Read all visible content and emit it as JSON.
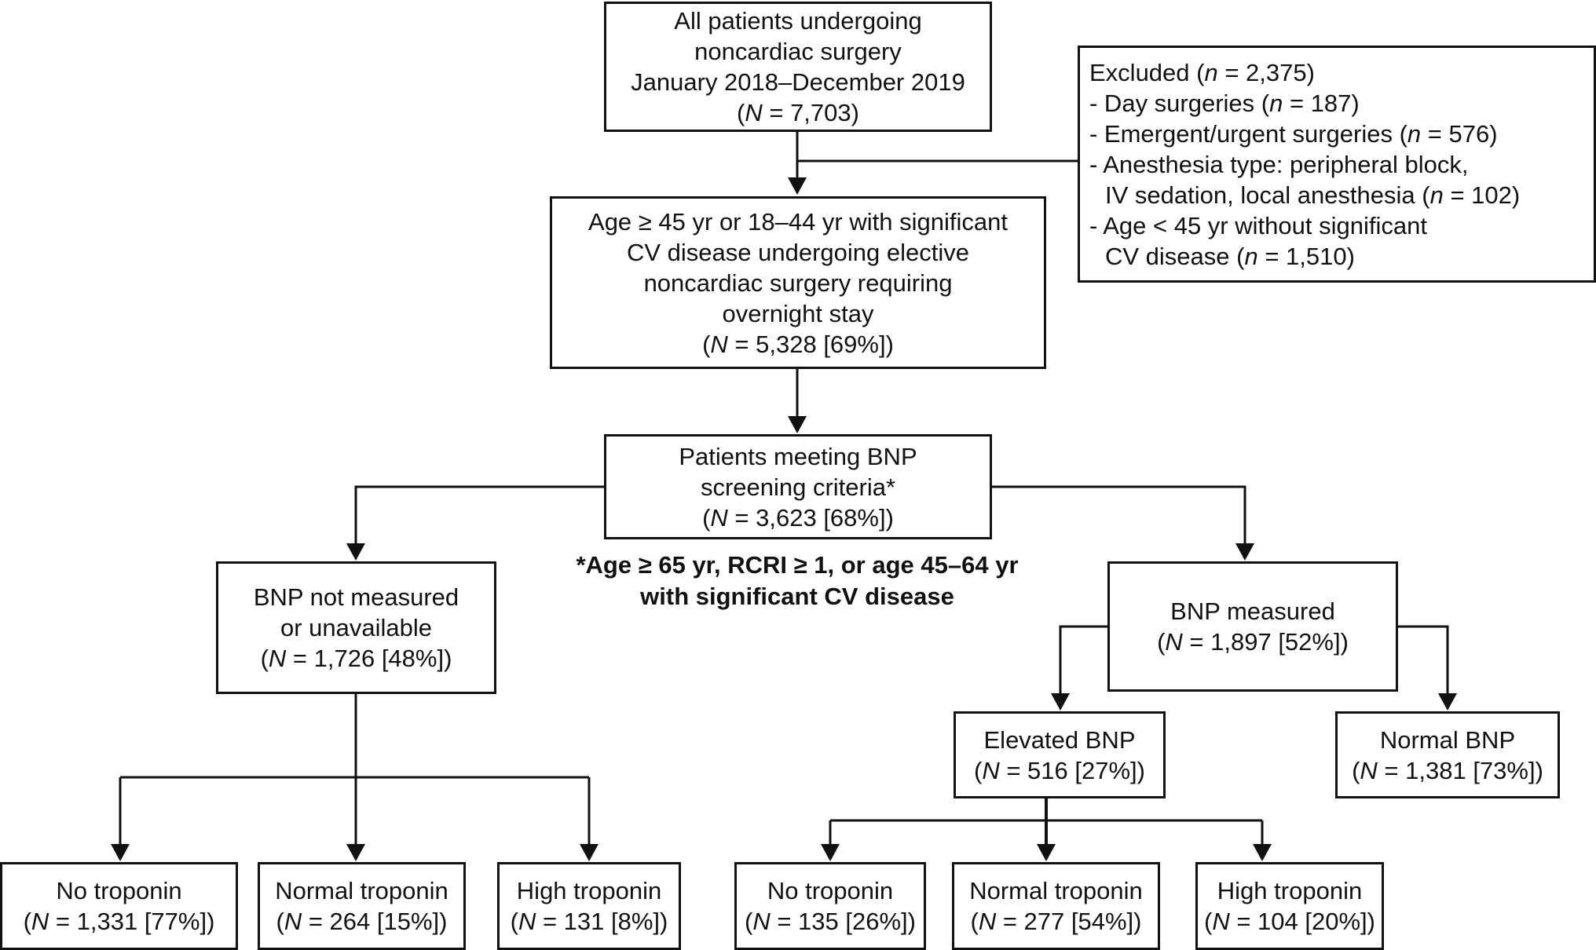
{
  "boxes": {
    "all_patients": {
      "lines": [
        "All patients undergoing",
        "noncardiac surgery",
        "January 2018–December 2019"
      ],
      "n": "N = 7,703"
    },
    "excluded": {
      "title": "Excluded (n = 2,375)",
      "items": [
        "- Day surgeries (n = 187)",
        "- Emergent/urgent surgeries (n = 576)",
        "- Anesthesia type: peripheral block,",
        "IV sedation, local anesthesia (n = 102)",
        "- Age < 45 yr without significant",
        "CV disease (n = 1,510)"
      ]
    },
    "eligible": {
      "lines": [
        "Age ≥ 45 yr or 18–44 yr with significant",
        "CV disease undergoing elective",
        "noncardiac surgery requiring",
        "overnight stay"
      ],
      "n": "N = 5,328 [69%]"
    },
    "bnp_screening": {
      "lines": [
        "Patients meeting BNP",
        "screening criteria*"
      ],
      "n": "N = 3,623 [68%]"
    },
    "bnp_not_measured": {
      "lines": [
        "BNP not measured",
        "or unavailable"
      ],
      "n": "N = 1,726 [48%]"
    },
    "bnp_measured": {
      "lines": [
        "BNP measured"
      ],
      "n": "N = 1,897 [52%]"
    },
    "elevated_bnp": {
      "lines": [
        "Elevated BNP"
      ],
      "n": "N = 516 [27%]"
    },
    "normal_bnp": {
      "lines": [
        "Normal BNP"
      ],
      "n": "N = 1,381 [73%]"
    },
    "nm_no_troponin": {
      "lines": [
        "No troponin"
      ],
      "n": "N = 1,331 [77%]"
    },
    "nm_normal_troponin": {
      "lines": [
        "Normal troponin"
      ],
      "n": "N = 264 [15%]"
    },
    "nm_high_troponin": {
      "lines": [
        "High troponin"
      ],
      "n": "N = 131 [8%]"
    },
    "el_no_troponin": {
      "lines": [
        "No troponin"
      ],
      "n": "N = 135 [26%]"
    },
    "el_normal_troponin": {
      "lines": [
        "Normal troponin"
      ],
      "n": "N = 277 [54%]"
    },
    "el_high_troponin": {
      "lines": [
        "High troponin"
      ],
      "n": "N = 104 [20%]"
    }
  },
  "footnote": [
    "*Age ≥ 65 yr, RCRI ≥ 1, or age 45–64 yr",
    "with significant CV disease"
  ],
  "colors": {
    "stroke": "#111111",
    "background": "#ffffff"
  }
}
